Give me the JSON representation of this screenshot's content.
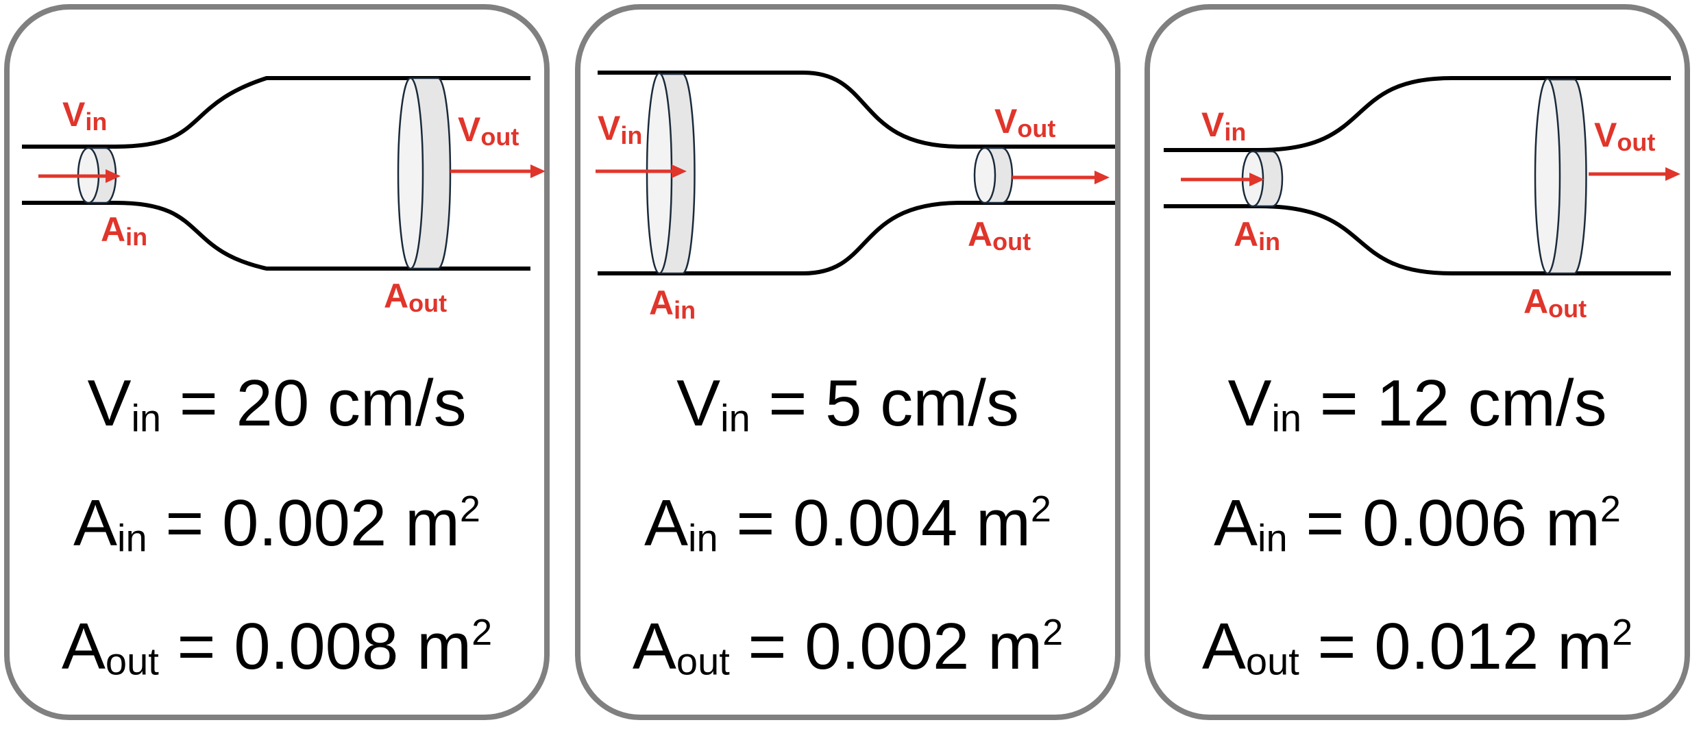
{
  "panels": [
    {
      "labels": {
        "vin": "V",
        "vin_sub": "in",
        "ain": "A",
        "ain_sub": "in",
        "vout": "V",
        "vout_sub": "out",
        "aout": "A",
        "aout_sub": "out"
      },
      "v_in": {
        "symbol": "V",
        "sub": "in",
        "eq": " = ",
        "value": "20 cm/s"
      },
      "a_in": {
        "symbol": "A",
        "sub": "in",
        "eq": " = ",
        "value": "0.002 m",
        "sup": "2"
      },
      "a_out": {
        "symbol": "A",
        "sub": "out",
        "eq": " = ",
        "value": "0.008 m",
        "sup": "2"
      }
    },
    {
      "labels": {
        "vin": "V",
        "vin_sub": "in",
        "ain": "A",
        "ain_sub": "in",
        "vout": "V",
        "vout_sub": "out",
        "aout": "A",
        "aout_sub": "out"
      },
      "v_in": {
        "symbol": "V",
        "sub": "in",
        "eq": " = ",
        "value": "5 cm/s"
      },
      "a_in": {
        "symbol": "A",
        "sub": "in",
        "eq": " = ",
        "value": "0.004 m",
        "sup": "2"
      },
      "a_out": {
        "symbol": "A",
        "sub": "out",
        "eq": " = ",
        "value": "0.002 m",
        "sup": "2"
      }
    },
    {
      "labels": {
        "vin": "V",
        "vin_sub": "in",
        "ain": "A",
        "ain_sub": "in",
        "vout": "V",
        "vout_sub": "out",
        "aout": "A",
        "aout_sub": "out"
      },
      "v_in": {
        "symbol": "V",
        "sub": "in",
        "eq": " = ",
        "value": "12 cm/s"
      },
      "a_in": {
        "symbol": "A",
        "sub": "in",
        "eq": " = ",
        "value": "0.006 m",
        "sup": "2"
      },
      "a_out": {
        "symbol": "A",
        "sub": "out",
        "eq": " = ",
        "value": "0.012 m",
        "sup": "2"
      }
    }
  ],
  "colors": {
    "arrow": "#e0352b",
    "pipe": "#000000",
    "disk": "#e6e6e6",
    "border": "#808080"
  }
}
